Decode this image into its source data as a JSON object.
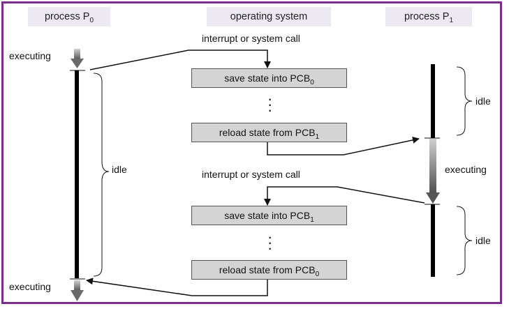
{
  "headers": {
    "p0": {
      "text": "process P",
      "sub": "0"
    },
    "os": {
      "text": "operating system"
    },
    "p1": {
      "text": "process P",
      "sub": "1"
    }
  },
  "labels": {
    "interrupt_top": "interrupt or system call",
    "interrupt_mid": "interrupt or system call",
    "p0_executing_top": "executing",
    "p0_idle": "idle",
    "p0_executing_bottom": "executing",
    "p1_idle_top": "idle",
    "p1_executing": "executing",
    "p1_idle_bottom": "idle"
  },
  "boxes": [
    {
      "text": "save state into PCB",
      "sub": "0"
    },
    {
      "text": "reload state from PCB",
      "sub": "1"
    },
    {
      "text": "save state into PCB",
      "sub": "1"
    },
    {
      "text": "reload state from PCB",
      "sub": "0"
    }
  ],
  "colors": {
    "frame": "#7b2d8e",
    "header_bg": "#ece9f2",
    "box_fill": "#d4d4d4"
  }
}
